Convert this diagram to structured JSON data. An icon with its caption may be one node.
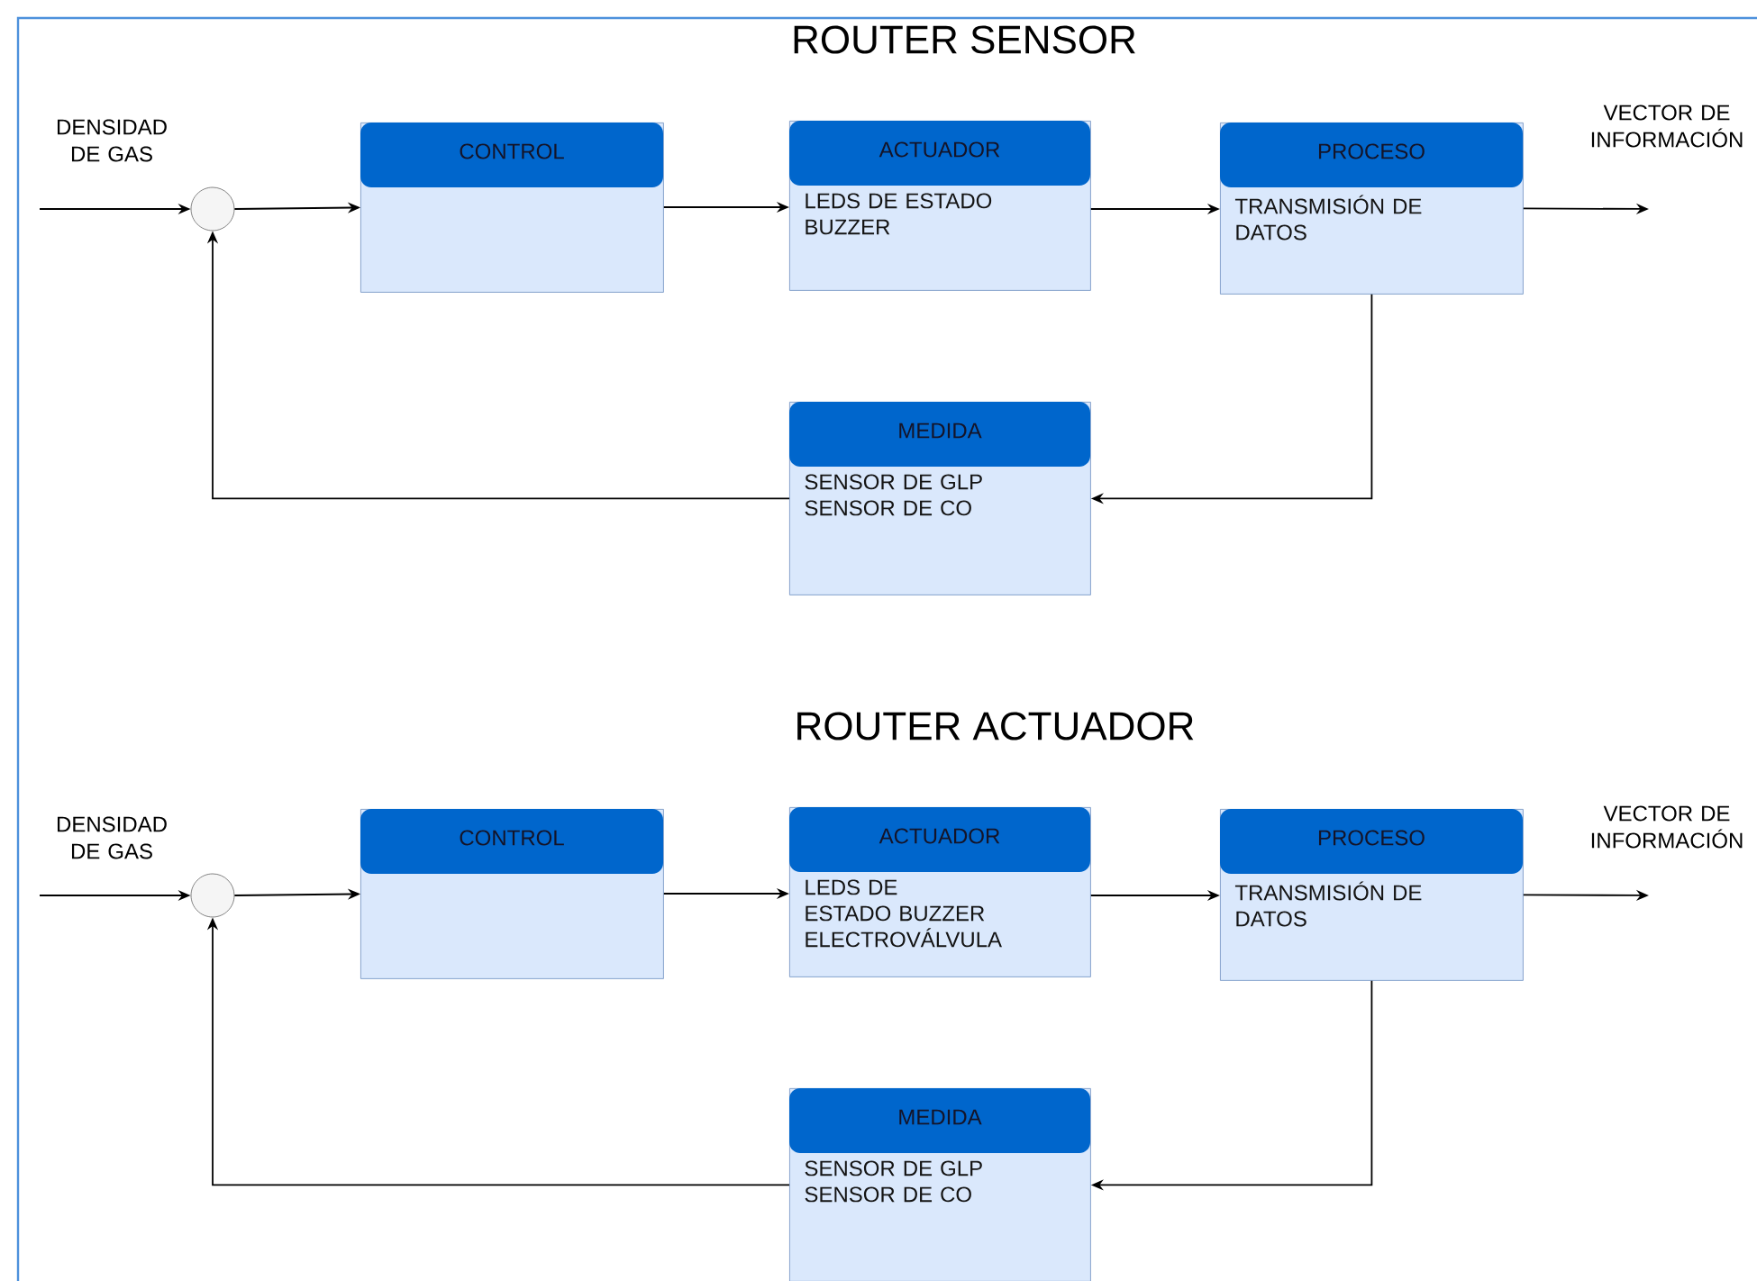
{
  "diagram": {
    "nodes": [
      {
        "text": [],
        "shape": "circle"
      },
      {
        "text": [
          "CONTROL"
        ]
      },
      {
        "text": [
          "ACTUADOR",
          "LEDS DE ESTADO BUZZER"
        ]
      },
      {
        "text": [
          "PROCESO",
          "TRANSMISIÓN DE DATOS"
        ]
      },
      {
        "text": [
          "MEDIDA",
          "SENSOR DE GLP SENSOR DE CO"
        ]
      },
      {
        "text": [],
        "shape": "circle"
      },
      {
        "text": [
          "CONTROL"
        ]
      },
      {
        "text": [
          "ACTUADOR",
          "LEDS DE ESTADO BUZZER ELECTROVÁLVULA"
        ]
      },
      {
        "text": [
          "PROCESO",
          "TRANSMISIÓN DE DATOS"
        ]
      },
      {
        "text": [
          "MEDIDA",
          "SENSOR DE GLP SENSOR DE CO"
        ]
      }
    ],
    "edges": [
      {
        "from": null,
        "to": 0,
        "arrow": "to"
      },
      {
        "from": 0,
        "to": 1,
        "arrow": "to"
      },
      {
        "from": 1,
        "to": 2,
        "arrow": "to"
      },
      {
        "from": 2,
        "to": 3,
        "arrow": "to"
      },
      {
        "from": 3,
        "to": null,
        "arrow": "to"
      },
      {
        "from": 3,
        "to": 4,
        "arrow": "to"
      },
      {
        "from": 4,
        "to": 0,
        "arrow": "to"
      },
      {
        "from": null,
        "to": 5,
        "arrow": "to"
      },
      {
        "from": 5,
        "to": 6,
        "arrow": "to"
      },
      {
        "from": 6,
        "to": 7,
        "arrow": "to"
      },
      {
        "from": 7,
        "to": 8,
        "arrow": "to"
      },
      {
        "from": 8,
        "to": null,
        "arrow": "to"
      },
      {
        "from": 8,
        "to": 9,
        "arrow": "to"
      },
      {
        "from": 9,
        "to": 5,
        "arrow": "to"
      }
    ],
    "labels": [
      "ROUTER SENSOR",
      "DENSIDAD DE GAS",
      "VECTOR DE INFORMACIÓN",
      "ROUTER ACTUADOR",
      "DENSIDAD DE GAS",
      "VECTOR DE INFORMACIÓN"
    ]
  }
}
